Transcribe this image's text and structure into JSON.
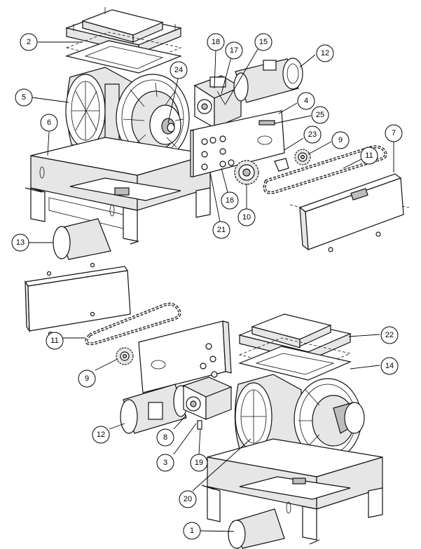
{
  "callouts": [
    {
      "id": "c2",
      "label": "2"
    },
    {
      "id": "c5",
      "label": "5"
    },
    {
      "id": "c6",
      "label": "6"
    },
    {
      "id": "c13",
      "label": "13"
    },
    {
      "id": "c18",
      "label": "18"
    },
    {
      "id": "c17",
      "label": "17"
    },
    {
      "id": "c15",
      "label": "15"
    },
    {
      "id": "c12a",
      "label": "12"
    },
    {
      "id": "c24",
      "label": "24"
    },
    {
      "id": "c4",
      "label": "4"
    },
    {
      "id": "c25",
      "label": "25"
    },
    {
      "id": "c23",
      "label": "23"
    },
    {
      "id": "c9a",
      "label": "9"
    },
    {
      "id": "c7",
      "label": "7"
    },
    {
      "id": "c11a",
      "label": "11"
    },
    {
      "id": "c16",
      "label": "16"
    },
    {
      "id": "c10",
      "label": "10"
    },
    {
      "id": "c21",
      "label": "21"
    },
    {
      "id": "c11b",
      "label": "11"
    },
    {
      "id": "c9b",
      "label": "9"
    },
    {
      "id": "c12b",
      "label": "12"
    },
    {
      "id": "c8",
      "label": "8"
    },
    {
      "id": "c3",
      "label": "3"
    },
    {
      "id": "c19",
      "label": "19"
    },
    {
      "id": "c22",
      "label": "22"
    },
    {
      "id": "c14",
      "label": "14"
    },
    {
      "id": "c20",
      "label": "20"
    },
    {
      "id": "c1",
      "label": "1"
    }
  ]
}
